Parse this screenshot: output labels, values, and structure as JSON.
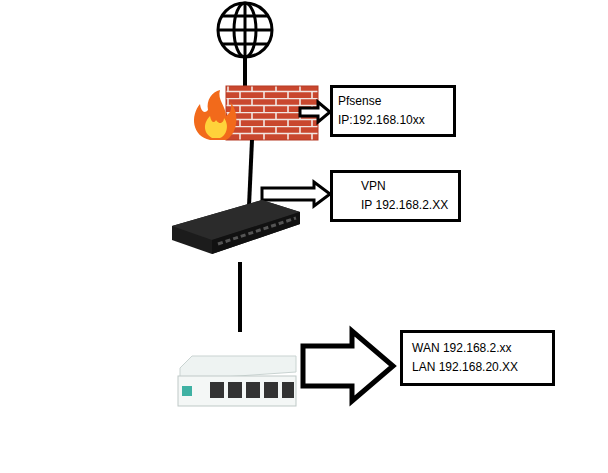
{
  "diagram": {
    "nodes": [
      {
        "text": [
          "Pfsense",
          "IP:192.168.10xx"
        ]
      },
      {
        "text": [
          "VPN",
          "IP 192.168.2.XX"
        ]
      },
      {
        "text": [
          "WAN 192.168.2.xx",
          "LAN 192.168.20.XX"
        ]
      }
    ]
  }
}
